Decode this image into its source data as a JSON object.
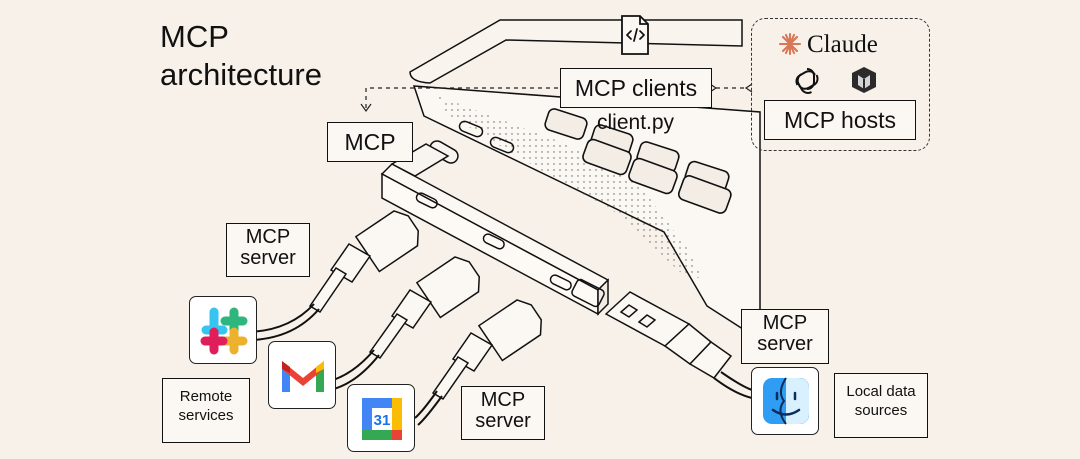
{
  "title": {
    "line1": "MCP",
    "line2": "architecture"
  },
  "labels": {
    "mcp": "MCP",
    "clients": "MCP clients",
    "client_file": "client.py",
    "hosts": "MCP hosts",
    "server_line1": "MCP",
    "server_line2": "server",
    "remote_line1": "Remote",
    "remote_line2": "services",
    "local_line1": "Local data",
    "local_line2": "sources"
  },
  "brands": {
    "claude": "Claude",
    "calendar_day": "31"
  },
  "icons": {
    "code_file": "code-file-icon",
    "claude": "claude-logo-icon",
    "openai": "openai-logo-icon",
    "perplexity": "perplexity-logo-icon",
    "slack": "slack-icon",
    "gmail": "gmail-icon",
    "calendar": "google-calendar-icon",
    "finder": "finder-icon"
  },
  "colors": {
    "background": "#f7f1ea",
    "claude_orange": "#d97757",
    "slack_blue": "#36c5f0",
    "slack_green": "#2eb67d",
    "slack_red": "#e01e5a",
    "slack_yellow": "#ecb22e",
    "gmail_red": "#ea4335",
    "google_blue": "#4285f4",
    "google_green": "#34a853",
    "google_yellow": "#fbbc04",
    "finder_blue": "#2f9df4"
  }
}
